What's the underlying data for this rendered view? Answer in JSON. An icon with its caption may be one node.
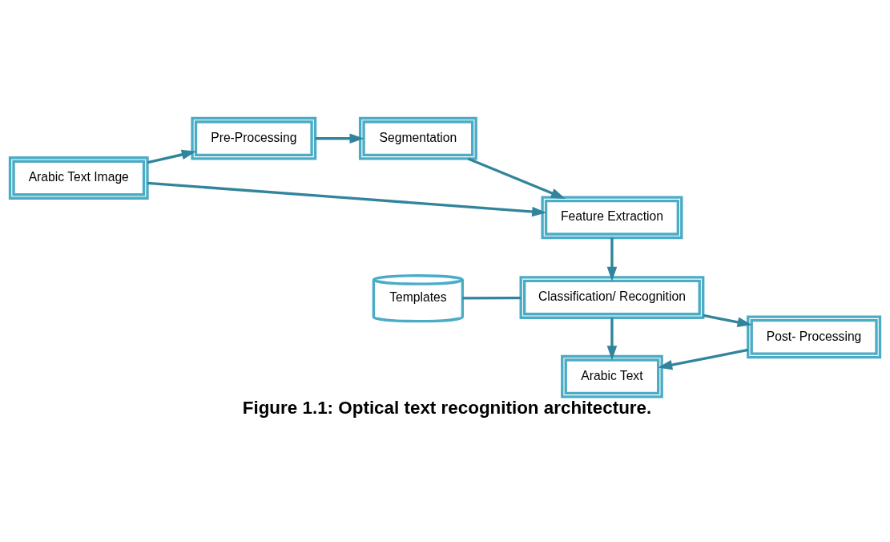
{
  "diagram": {
    "caption": "Figure 1.1: Optical text recognition architecture.",
    "nodes": [
      {
        "text": [
          "Arabic Text Image"
        ]
      },
      {
        "text": [
          "Pre-Processing"
        ]
      },
      {
        "text": [
          "Segmentation"
        ]
      },
      {
        "text": [
          "Feature Extraction"
        ]
      },
      {
        "text": [
          "Templates"
        ]
      },
      {
        "text": [
          "Classification/ Recognition"
        ]
      },
      {
        "text": [
          "Post- Processing"
        ]
      },
      {
        "text": [
          "Arabic Text"
        ]
      }
    ],
    "edges": [
      {
        "from": 0,
        "to": 1,
        "arrow": "to"
      },
      {
        "from": 1,
        "to": 2,
        "arrow": "to"
      },
      {
        "from": 2,
        "to": 3,
        "arrow": "to"
      },
      {
        "from": 0,
        "to": 3,
        "arrow": "to"
      },
      {
        "from": 3,
        "to": 5,
        "arrow": "to"
      },
      {
        "from": 4,
        "to": 5,
        "arrow": "none"
      },
      {
        "from": 5,
        "to": 6,
        "arrow": "to"
      },
      {
        "from": 6,
        "to": 7,
        "arrow": "to"
      },
      {
        "from": 5,
        "to": 7,
        "arrow": "to"
      }
    ]
  }
}
